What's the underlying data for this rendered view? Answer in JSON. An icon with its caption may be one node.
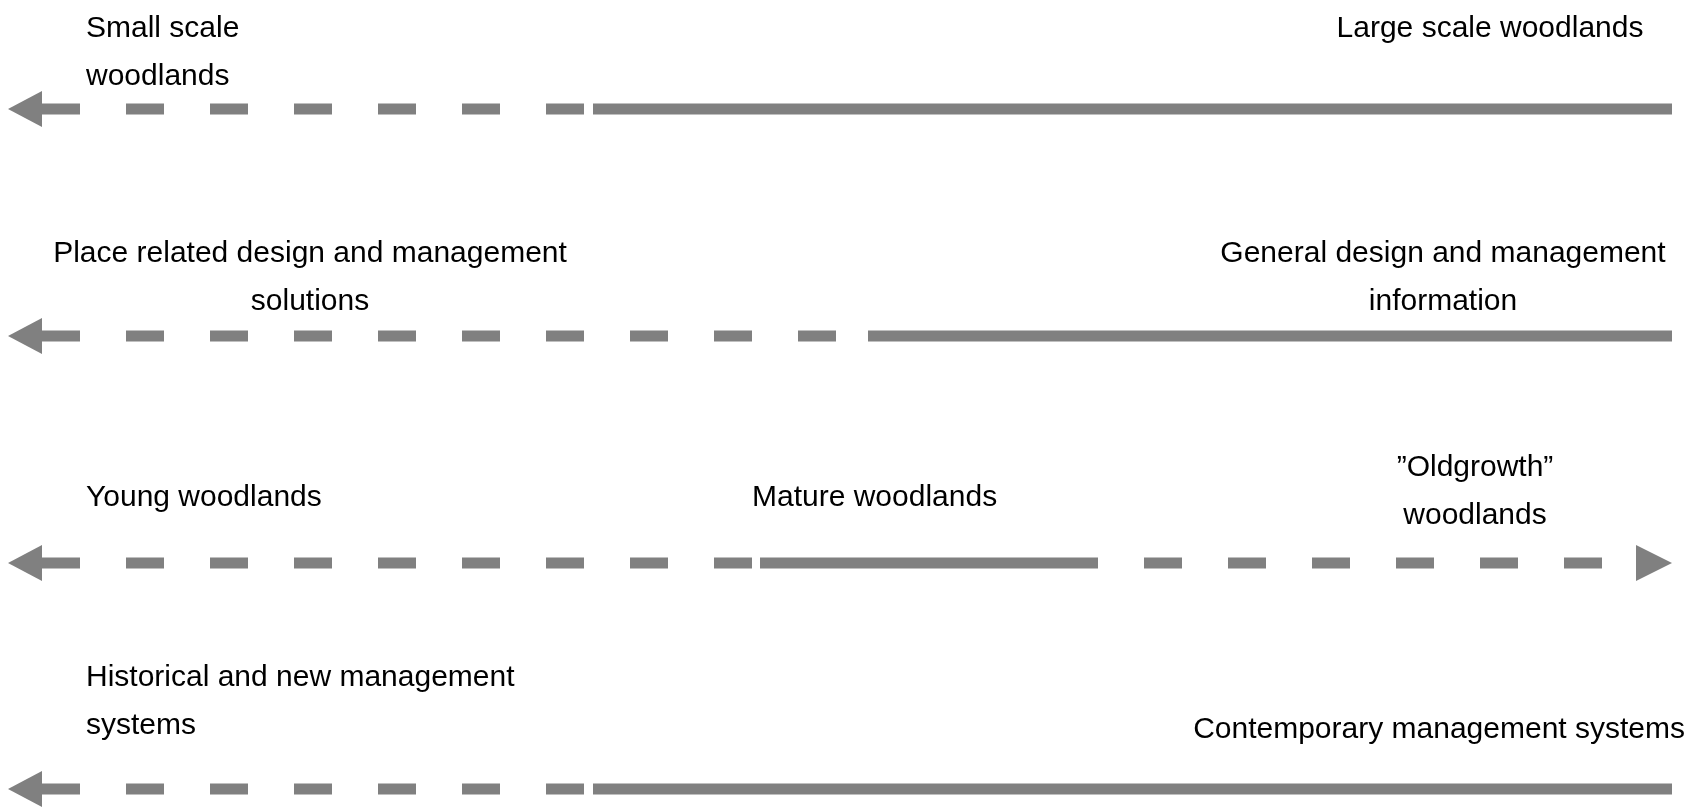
{
  "diagram": {
    "labels": [
      "Small scale woodlands",
      "Large scale woodlands",
      "Place related design and management solutions",
      "General design and management information",
      "Young woodlands",
      "Mature woodlands",
      "”Oldgrowth” woodlands",
      "Historical and new management systems",
      "Contemporary management systems"
    ]
  }
}
